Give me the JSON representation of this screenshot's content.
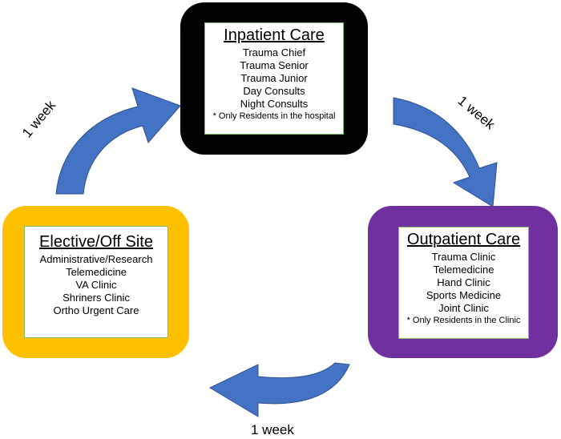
{
  "inpatient": {
    "title": "Inpatient Care",
    "items": [
      "Trauma Chief",
      "Trauma Senior",
      "Trauma Junior",
      "Day Consults",
      "Night Consults"
    ],
    "note": "* Only Residents in the hospital",
    "border_color": "#000000"
  },
  "outpatient": {
    "title": "Outpatient Care",
    "items": [
      "Trauma Clinic",
      "Telemedicine",
      "Hand Clinic",
      "Sports Medicine",
      "Joint Clinic"
    ],
    "note": "* Only Residents in the Clinic",
    "border_color": "#7030a0"
  },
  "elective": {
    "title": "Elective/Off Site",
    "items": [
      "Administrative/Research",
      "Telemedicine",
      "VA Clinic",
      "Shriners Clinic",
      "Ortho Urgent Care"
    ],
    "border_color": "#ffc000"
  },
  "arrows": {
    "left_label": "1 week",
    "right_label": "1 week",
    "bottom_label": "1 week",
    "color": "#4472c4"
  }
}
